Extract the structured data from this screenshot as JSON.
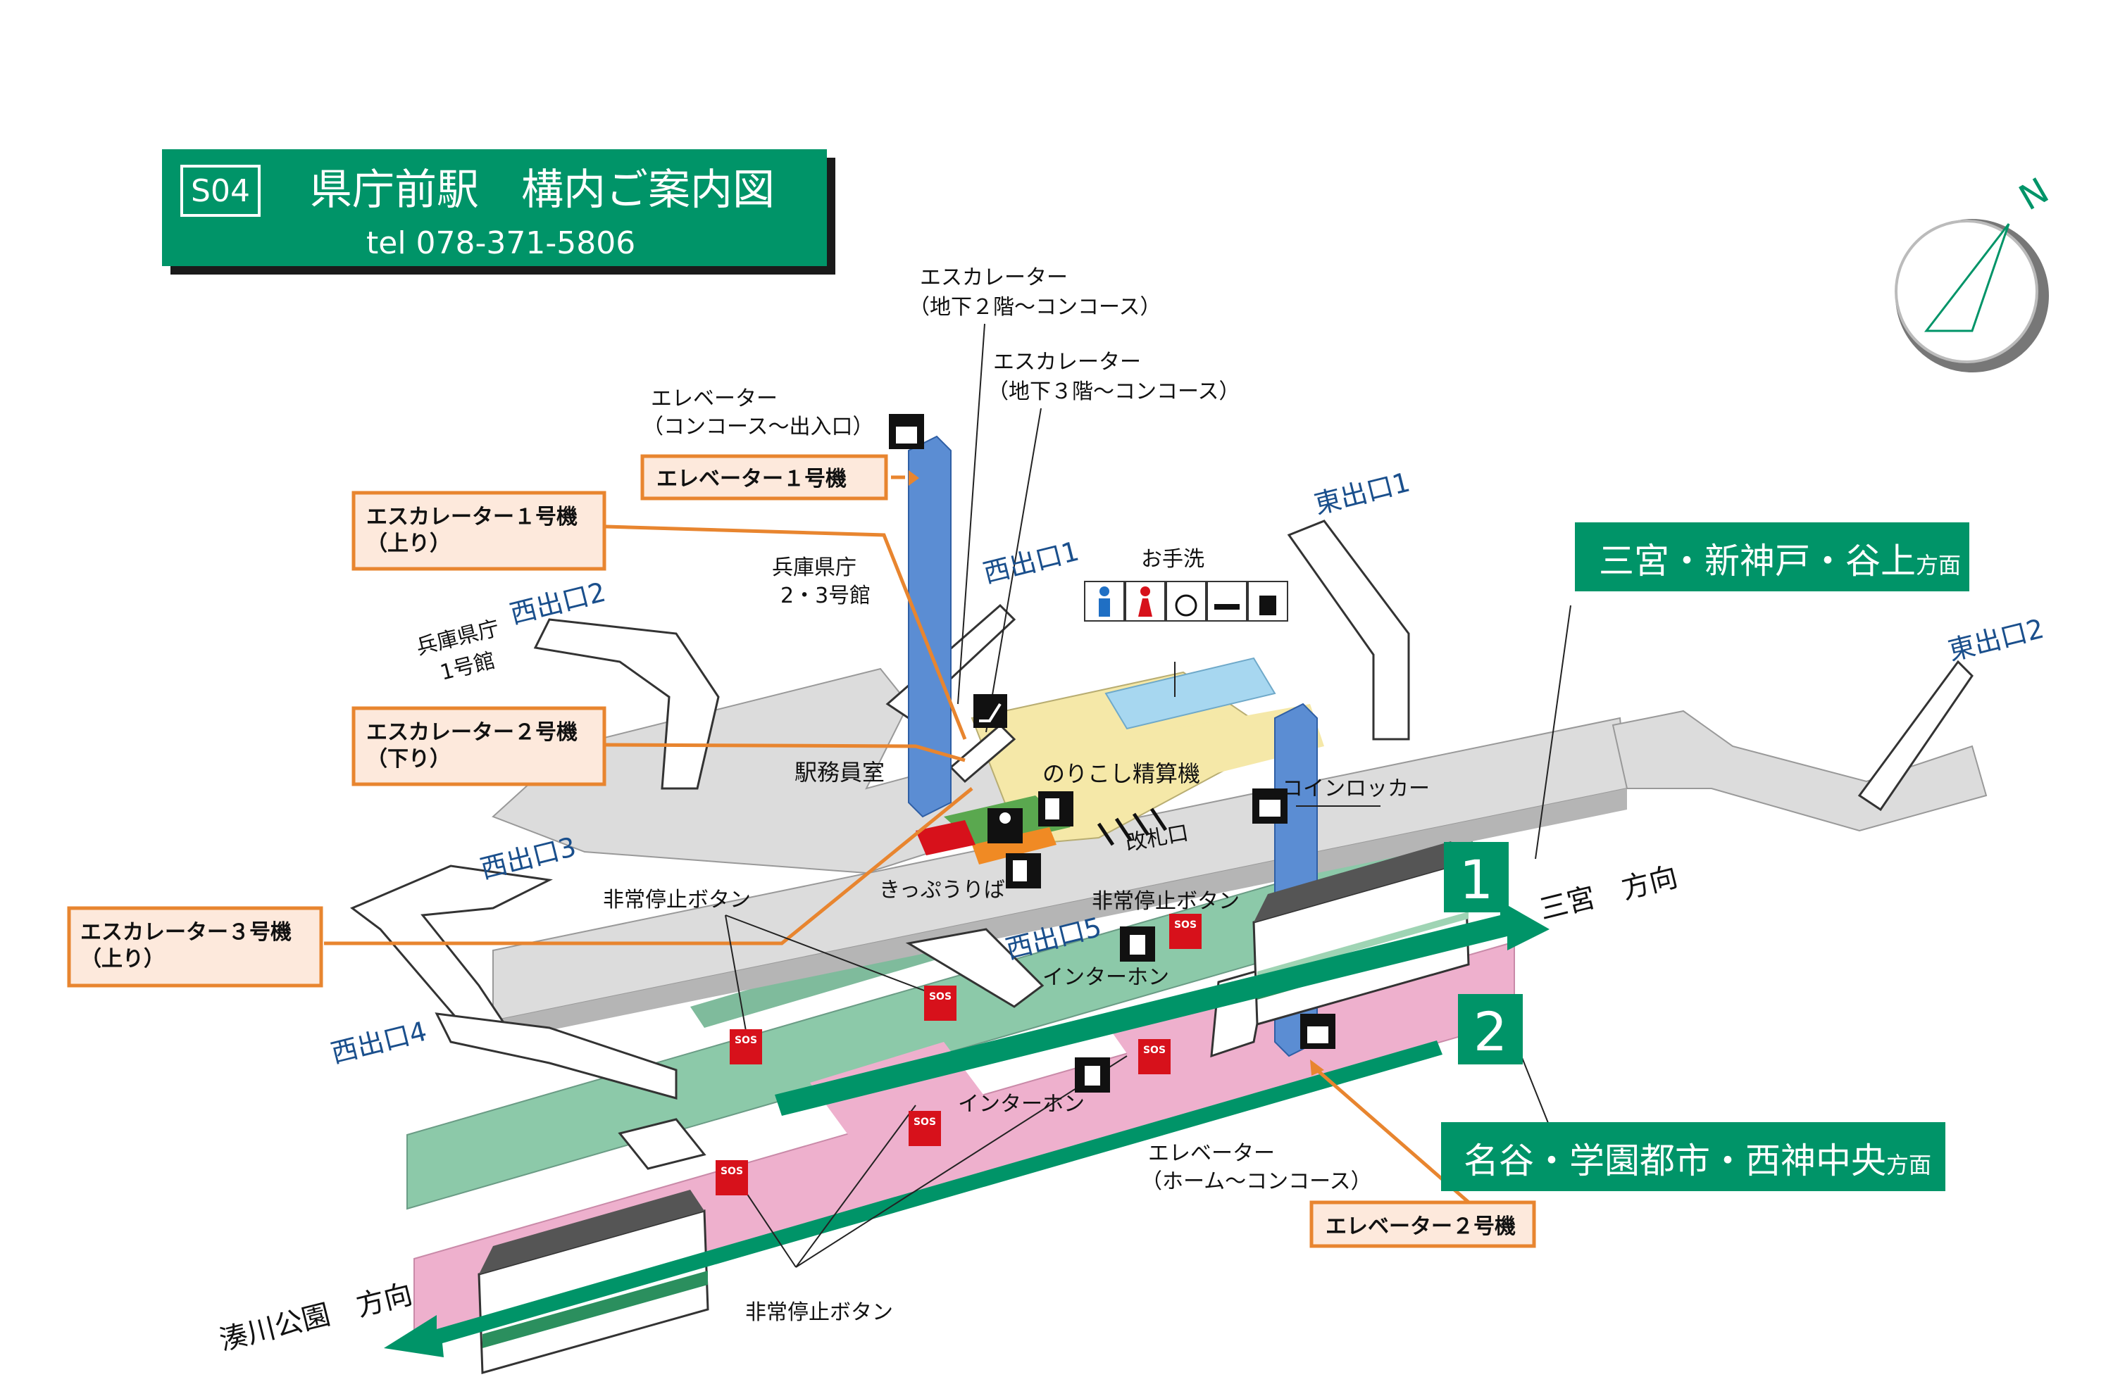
{
  "header": {
    "station_code": "S04",
    "title": "県庁前駅　構内ご案内図",
    "tel": "tel 078-371-5806"
  },
  "compass": {
    "label": "N"
  },
  "exits": {
    "west1": "西出口1",
    "west2": "西出口2",
    "west3": "西出口3",
    "west4": "西出口4",
    "west5": "西出口5",
    "east1": "東出口1",
    "east2": "東出口2"
  },
  "labels": {
    "escalator_b2_line1": "エスカレーター",
    "escalator_b2_line2": "（地下２階～コンコース）",
    "escalator_b3_line1": "エスカレーター",
    "escalator_b3_line2": "（地下３階～コンコース）",
    "elevator_top_line1": "エレベーター",
    "elevator_top_line2": "（コンコース～出入口）",
    "elevator_bottom_line1": "エレベーター",
    "elevator_bottom_line2": "（ホーム～コンコース）",
    "hyogo_23_line1": "兵庫県庁",
    "hyogo_23_line2": "2・3号館",
    "hyogo_1_line1": "兵庫県庁",
    "hyogo_1_line2": "1号館",
    "restroom": "お手洗",
    "station_office": "駅務員室",
    "fare_adjust": "のりこし精算機",
    "coin_locker": "コインロッカー",
    "ticket_gate": "改札口",
    "ticket_sales": "きっぷうりば",
    "emergency_stop_left": "非常停止ボタン",
    "emergency_stop_right": "非常停止ボタン",
    "emergency_stop_bottom": "非常停止ボタン",
    "intercom_upper": "インターホン",
    "intercom_lower": "インターホン",
    "sos": "SOS"
  },
  "callouts": {
    "elevator1": "エレベーター１号機",
    "escalator1_line1": "エスカレーター１号機",
    "escalator1_line2": "（上り）",
    "escalator2_line1": "エスカレーター２号機",
    "escalator2_line2": "（下り）",
    "escalator3_line1": "エスカレーター３号機",
    "escalator3_line2": "（上り）",
    "elevator2": "エレベーター２号機"
  },
  "platforms": {
    "track1_number": "1",
    "track1_direction_main": "三宮・新神戸・谷上",
    "track1_direction_suffix": "方面",
    "track1_arrow_label": "三宮　方向",
    "track2_number": "2",
    "track2_direction_main": "名谷・学園都市・西神中央",
    "track2_direction_suffix": "方面",
    "track2_arrow_label": "湊川公園　方向"
  },
  "colors": {
    "brand_green": "#009468",
    "platform1_green": "#8cc9a9",
    "platform2_pink": "#eeb0cd",
    "concourse_gray": "#dcdcdc",
    "callout_orange": "#e8852f",
    "callout_fill": "#fde9dc",
    "elevator_blue": "#5b8dd3",
    "exit_label_blue": "#1a4f8c",
    "sos_red": "#d7111b"
  }
}
